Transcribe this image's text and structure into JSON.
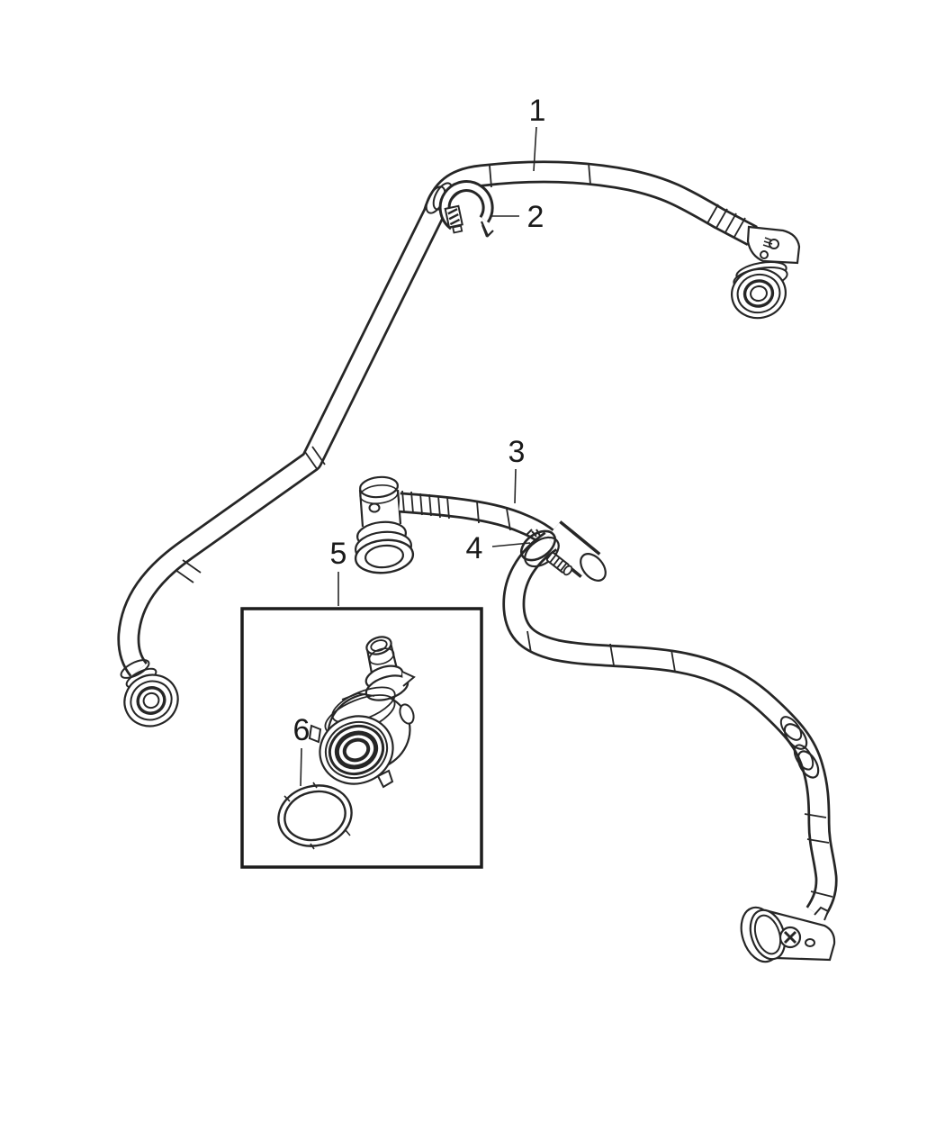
{
  "colors": {
    "background": "#ffffff",
    "line": "#262626",
    "text": "#1a1a1a"
  },
  "callouts": [
    {
      "label": "1"
    },
    {
      "label": "2"
    },
    {
      "label": "3"
    },
    {
      "label": "4"
    },
    {
      "label": "5"
    },
    {
      "label": "6"
    }
  ]
}
